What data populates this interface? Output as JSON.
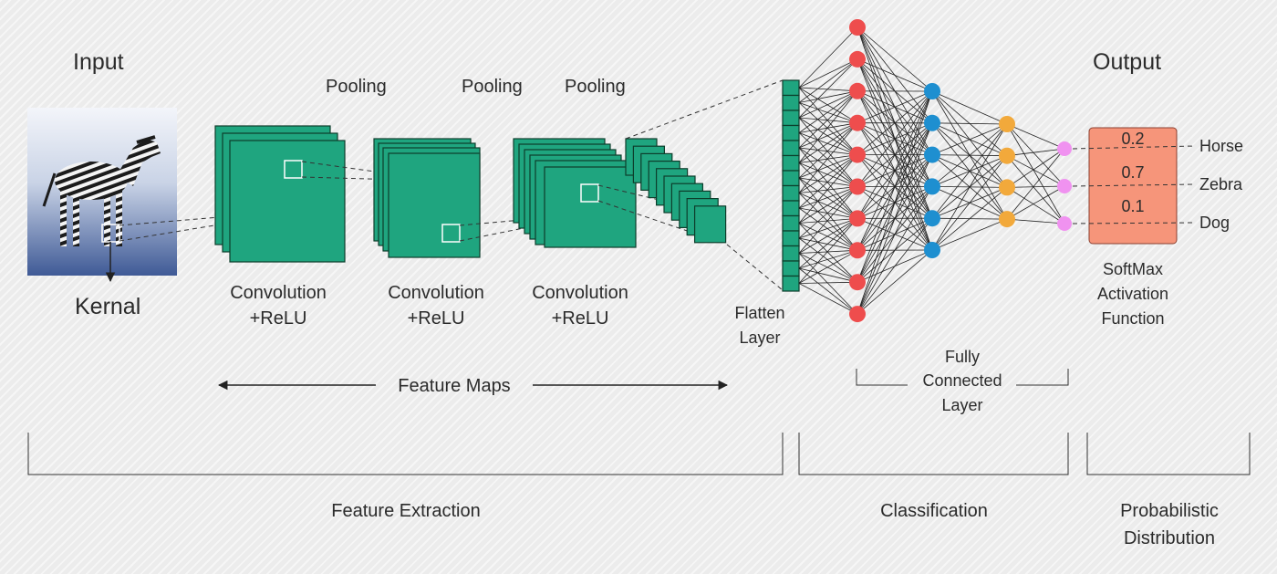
{
  "labels": {
    "input": "Input",
    "output": "Output",
    "kernel": "Kernal",
    "pooling": "Pooling",
    "conv_line1": "Convolution",
    "conv_line2": "+ReLU",
    "flatten_line1": "Flatten",
    "flatten_line2": "Layer",
    "feature_maps": "Feature Maps",
    "fc_line1": "Fully",
    "fc_line2": "Connected",
    "fc_line3": "Layer",
    "softmax_line1": "SoftMax",
    "softmax_line2": "Activation",
    "softmax_line3": "Function",
    "feature_extraction": "Feature Extraction",
    "classification": "Classification",
    "prob_line1": "Probabilistic",
    "prob_line2": "Distribution"
  },
  "outputs": [
    {
      "prob": "0.2",
      "class": "Horse"
    },
    {
      "prob": "0.7",
      "class": "Zebra"
    },
    {
      "prob": "0.1",
      "class": "Dog"
    }
  ],
  "network": {
    "layer_sizes": [
      10,
      6,
      4,
      3
    ],
    "layer_colors": [
      "#ee4d4d",
      "#1e8fd0",
      "#f2a93b",
      "#f092f0"
    ]
  },
  "colors": {
    "feature_map": "#1fa57f",
    "softmax_box": "#f6957a"
  },
  "icons": {
    "input_image": "zebra-photo"
  }
}
